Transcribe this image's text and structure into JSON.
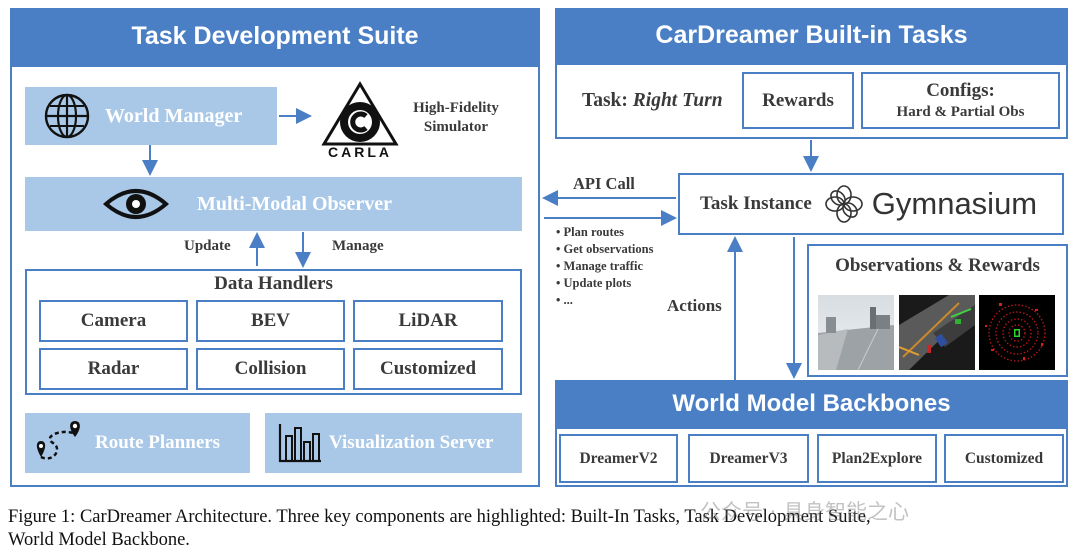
{
  "tds": {
    "title": "Task Development Suite",
    "world_manager": "World Manager",
    "carla_text": "CARLA",
    "sim_line1": "High-Fidelity",
    "sim_line2": "Simulator",
    "observer": "Multi-Modal Observer",
    "update": "Update",
    "manage": "Manage",
    "handlers_title": "Data Handlers",
    "handlers": [
      "Camera",
      "BEV",
      "LiDAR",
      "Radar",
      "Collision",
      "Customized"
    ],
    "route": "Route Planners",
    "viz": "Visualization Server"
  },
  "builtin": {
    "title": "CarDreamer Built-in Tasks",
    "task_prefix": "Task:",
    "task_name": "Right Turn",
    "rewards": "Rewards",
    "configs_title": "Configs:",
    "configs_sub": "Hard & Partial Obs"
  },
  "middle": {
    "api_call": "API Call",
    "bullets": [
      "Plan routes",
      "Get observations",
      "Manage traffic",
      "Update plots",
      "..."
    ],
    "actions": "Actions"
  },
  "task_instance": {
    "label": "Task Instance",
    "gym": "Gymnasium"
  },
  "observations": {
    "title": "Observations & Rewards"
  },
  "backbones": {
    "title": "World Model Backbones",
    "items": [
      "DreamerV2",
      "DreamerV3",
      "Plan2Explore",
      "Customized"
    ]
  },
  "caption": {
    "line1": "Figure 1: CarDreamer Architecture. Three key components are highlighted: Built-In Tasks, Task Development Suite,",
    "line2": "World Model Backbone."
  },
  "watermark": "公众号 · 具身智能之心",
  "colors": {
    "accent": "#4a7fc6",
    "light": "#a9c8e8"
  }
}
